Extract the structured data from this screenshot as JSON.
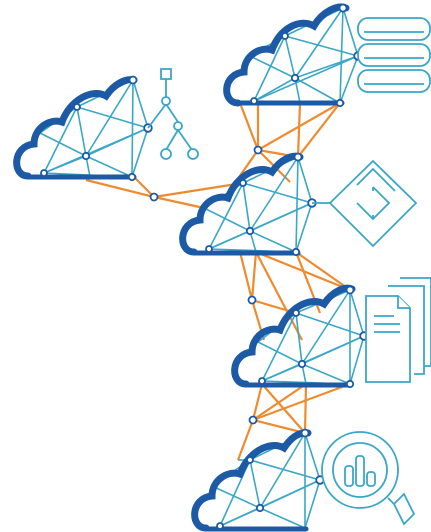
{
  "colors": {
    "cloud_outline": "#1c5aa6",
    "mesh_line": "#3aa7c7",
    "link_line": "#f08a2e",
    "node_fill": "#ffffff",
    "node_stroke": "#1c5aa6",
    "icon_stroke": "#3aa7c7",
    "background": "#ffffff"
  },
  "clouds": [
    {
      "name": "cloud-database",
      "attached_icon": "database-icon"
    },
    {
      "name": "cloud-hierarchy",
      "attached_icon": "hierarchy-tree-icon"
    },
    {
      "name": "cloud-cube",
      "attached_icon": "cube-icon"
    },
    {
      "name": "cloud-documents",
      "attached_icon": "documents-icon"
    },
    {
      "name": "cloud-analytics",
      "attached_icon": "analytics-magnifier-icon"
    }
  ]
}
